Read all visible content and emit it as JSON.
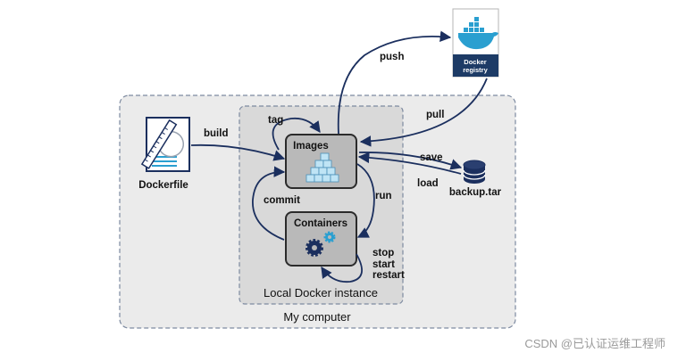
{
  "diagram": {
    "outer_box_label": "My computer",
    "inner_box_label": "Local Docker instance",
    "nodes": {
      "dockerfile": "Dockerfile",
      "images": "Images",
      "containers": "Containers",
      "registry_line1": "Docker",
      "registry_line2": "registry",
      "backup": "backup.tar"
    },
    "edges": {
      "build": "build",
      "tag": "tag",
      "push": "push",
      "pull": "pull",
      "save": "save",
      "load": "load",
      "run": "run",
      "commit": "commit",
      "stop": "stop",
      "start": "start",
      "restart": "restart"
    }
  },
  "watermark": "CSDN @已认证运维工程师",
  "colors": {
    "arrow": "#1b2f5e",
    "outer_box": "#ebebeb",
    "inner_box": "#d9d9d9",
    "node_fill": "#b9b9b9",
    "docker_blue": "#2a9fd0",
    "registry_band": "#1d3b66"
  }
}
